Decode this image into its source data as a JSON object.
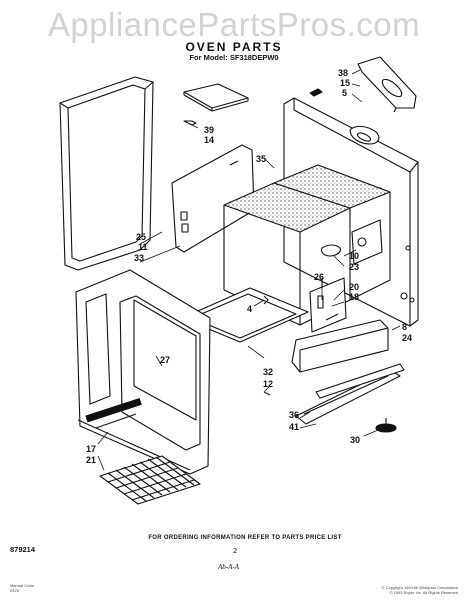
{
  "watermark": "AppliancePartsPros.com",
  "title": "OVEN PARTS",
  "subtitle": "For Model: SF318DEPW0",
  "footer_note": "FOR ORDERING INFORMATION REFER TO PARTS PRICE LIST",
  "doc_number": "879214",
  "page_number": "2",
  "handwritten": "Ab-A-A",
  "small_left": [
    "Manual Code",
    "0376"
  ],
  "small_right": [
    "© Copyright 1994 All Whirlpool Corporation",
    "© 1993 Roper Inc. All Rights Reserved"
  ],
  "callouts": {
    "c38": "38",
    "c15": "15",
    "c5": "5",
    "c39": "39",
    "c14": "14",
    "c35": "35",
    "c25": "25",
    "c11": "11",
    "c33": "33",
    "c10": "10",
    "c23": "23",
    "c26": "26",
    "c20": "20",
    "c18": "18",
    "c4": "4",
    "c27": "27",
    "c8": "8",
    "c24": "24",
    "c32": "32",
    "c12": "12",
    "c36": "36",
    "c41": "41",
    "c30": "30",
    "c17": "17",
    "c21": "21"
  }
}
